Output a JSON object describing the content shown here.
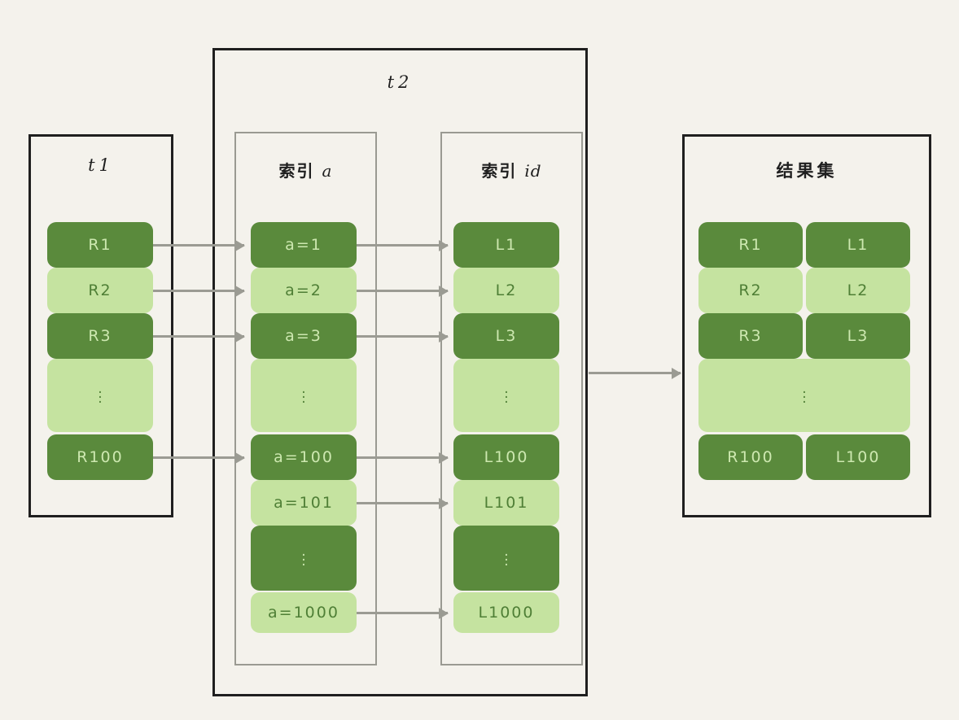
{
  "background_color": "#f4f2ec",
  "palette": {
    "dark_cell": "#5a8a3c",
    "dark_cell_text": "#cde8b0",
    "light_cell": "#c5e3a0",
    "light_cell_text": "#4f7f36",
    "outer_border": "#1f1f1f",
    "inner_border": "#9a9a92",
    "arrow": "#9b9b93"
  },
  "t1": {
    "title": "t1",
    "rows": [
      {
        "label": "R1",
        "tone": "dark"
      },
      {
        "label": "R2",
        "tone": "light"
      },
      {
        "label": "R3",
        "tone": "dark"
      },
      {
        "label": "⋮",
        "tone": "light"
      },
      {
        "label": "R100",
        "tone": "dark"
      }
    ]
  },
  "t2": {
    "title": "t2",
    "index_a": {
      "title_cjk": "索引",
      "title_latin": "a",
      "rows": [
        {
          "label": "a=1",
          "tone": "dark"
        },
        {
          "label": "a=2",
          "tone": "light"
        },
        {
          "label": "a=3",
          "tone": "dark"
        },
        {
          "label": "⋮",
          "tone": "light"
        },
        {
          "label": "a=100",
          "tone": "dark"
        },
        {
          "label": "a=101",
          "tone": "light"
        },
        {
          "label": "⋮",
          "tone": "dark"
        },
        {
          "label": "a=1000",
          "tone": "light"
        }
      ]
    },
    "index_id": {
      "title_cjk": "索引",
      "title_latin": "id",
      "rows": [
        {
          "label": "L1",
          "tone": "dark"
        },
        {
          "label": "L2",
          "tone": "light"
        },
        {
          "label": "L3",
          "tone": "dark"
        },
        {
          "label": "⋮",
          "tone": "light"
        },
        {
          "label": "L100",
          "tone": "dark"
        },
        {
          "label": "L101",
          "tone": "light"
        },
        {
          "label": "⋮",
          "tone": "dark"
        },
        {
          "label": "L1000",
          "tone": "light"
        }
      ]
    }
  },
  "result_set": {
    "title": "结果集",
    "rows": [
      {
        "left": "R1",
        "right": "L1",
        "tone": "dark",
        "merged": false
      },
      {
        "left": "R2",
        "right": "L2",
        "tone": "light",
        "merged": false
      },
      {
        "left": "R3",
        "right": "L3",
        "tone": "dark",
        "merged": false
      },
      {
        "left": "⋮",
        "right": "",
        "tone": "light",
        "merged": true
      },
      {
        "left": "R100",
        "right": "L100",
        "tone": "dark",
        "merged": false
      }
    ]
  }
}
